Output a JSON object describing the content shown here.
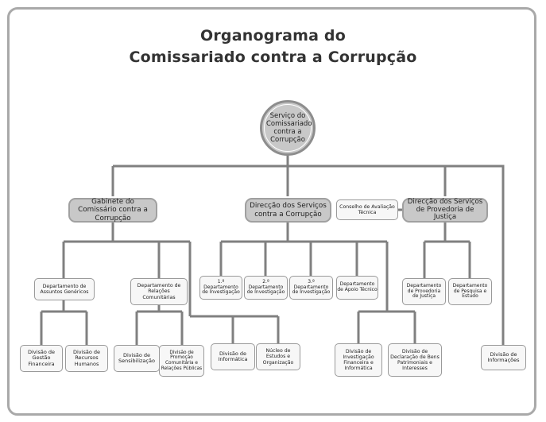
{
  "title": {
    "line1": "Organograma do",
    "line2": "Comissariado contra a Corrupção"
  },
  "nodes": {
    "root": "Serviço do Comissariado contra a Corrupção",
    "gabinete": "Gabinete do Comissário contra a Corrupção",
    "direccao_servicos": "Direcção dos Serviços contra a Corrupção",
    "conselho": "Conselho de Avaliação Técnica",
    "provedoria": "Direcção dos Serviços de Provedoria de Justiça",
    "dep_assuntos": "Departamento de Assuntos Genéricos",
    "dep_relacoes": "Departamento de Relações Comunitárias",
    "dep_invest1": "1.º Departamento de Investigação",
    "dep_invest2": "2.º Departamento de Investigação",
    "dep_invest3": "3.º Departamento de Investigação",
    "dep_apoio": "Departamento de Apoio Técnico",
    "dep_provedoria": "Departamento de Provedoria de Justiça",
    "dep_pesquisa": "Departamento de Pesquisa e Estudo",
    "div_gestao": "Divisão de Gestão Financeira",
    "div_recursos": "Divisão de Recursos Humanos",
    "div_sensibilizacao": "Divisão de Sensibilização",
    "div_promocao": "Divisão de Promoção Comunitária e Relações Públicas",
    "div_informatica": "Divisão de Informática",
    "nucleo": "Núcleo de Estudos e Organização",
    "div_investigacao": "Divisão de Investigação Financeira e Informática",
    "div_declaracao": "Divisão de Declaração de Bens Patrimoniais e Interesses",
    "div_informacoes": "Divisão de Informações"
  },
  "colors": {
    "box_fill": "#c8c8c8",
    "line": "#808080",
    "frame": "#a9a9a9"
  }
}
